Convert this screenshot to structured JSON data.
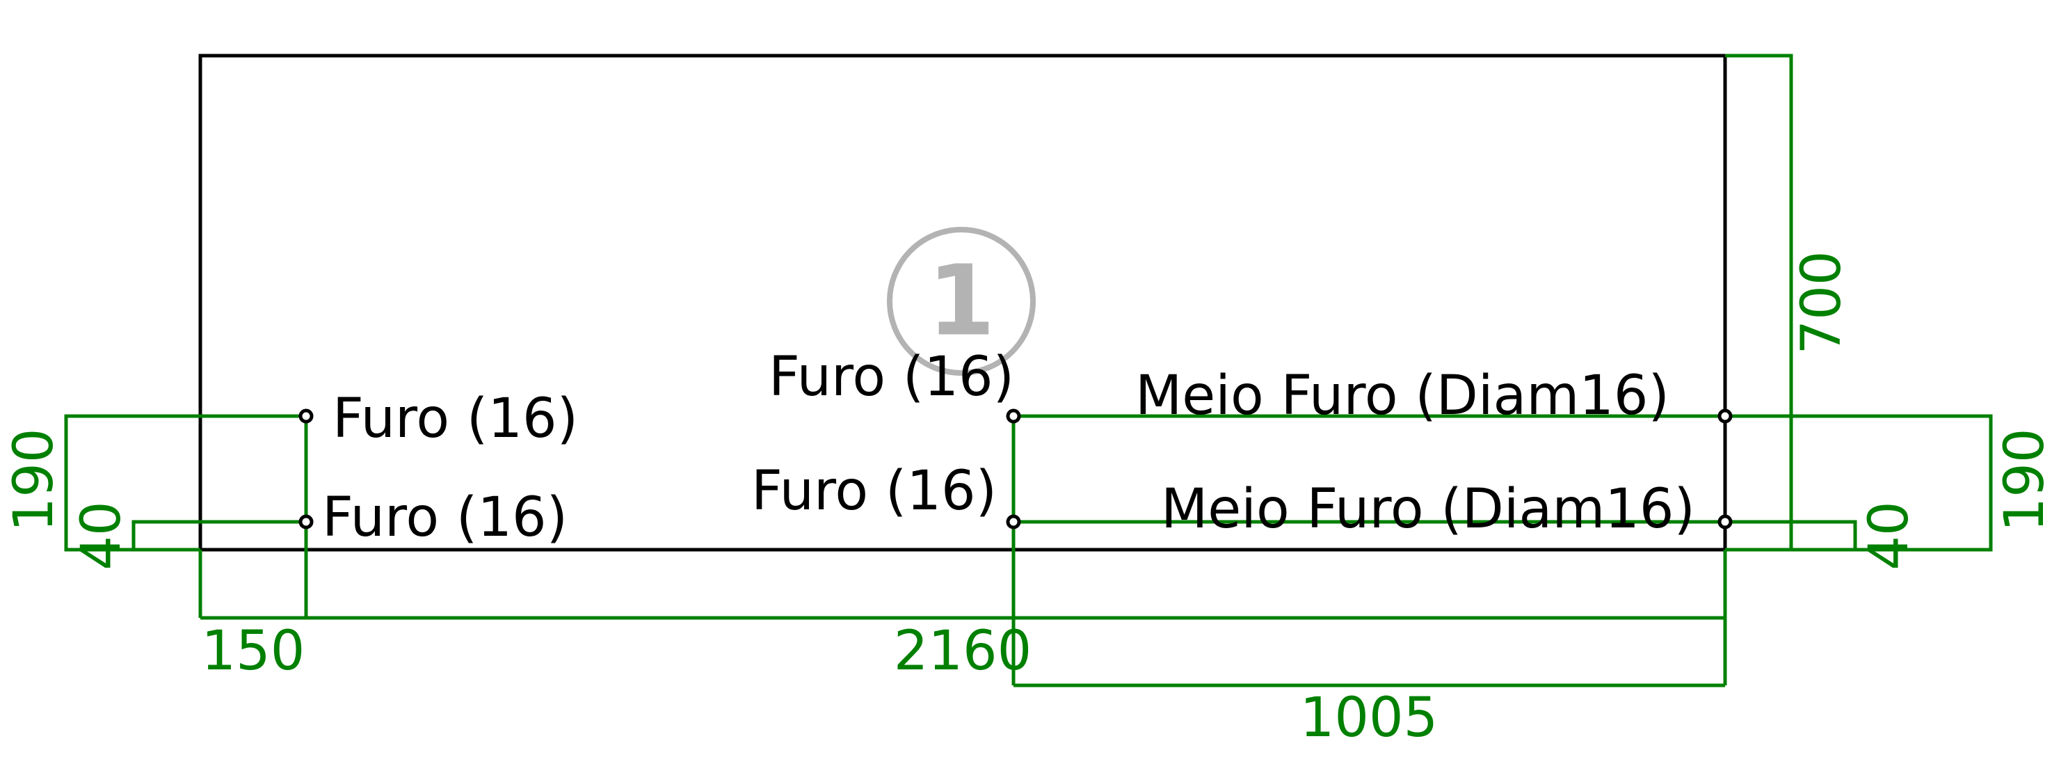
{
  "part_number": "1",
  "holes": [
    {
      "label": "Furo (16)"
    },
    {
      "label": "Furo (16)"
    },
    {
      "label": "Furo (16)"
    },
    {
      "label": "Furo (16)"
    },
    {
      "label": "Meio Furo (Diam16)"
    },
    {
      "label": "Meio Furo (Diam16)"
    }
  ],
  "dimensions": {
    "overall_length": "2160",
    "overall_height": "700",
    "left_offset": "150",
    "right_offset": "1005",
    "upper_hole_height_left": "190",
    "lower_hole_height_left": "40",
    "upper_hole_height_right": "190",
    "lower_hole_height_right": "40"
  },
  "colors": {
    "outline": "#000000",
    "dimension": "#008000",
    "part_marker": "#b3b3b3",
    "label": "#000000"
  }
}
